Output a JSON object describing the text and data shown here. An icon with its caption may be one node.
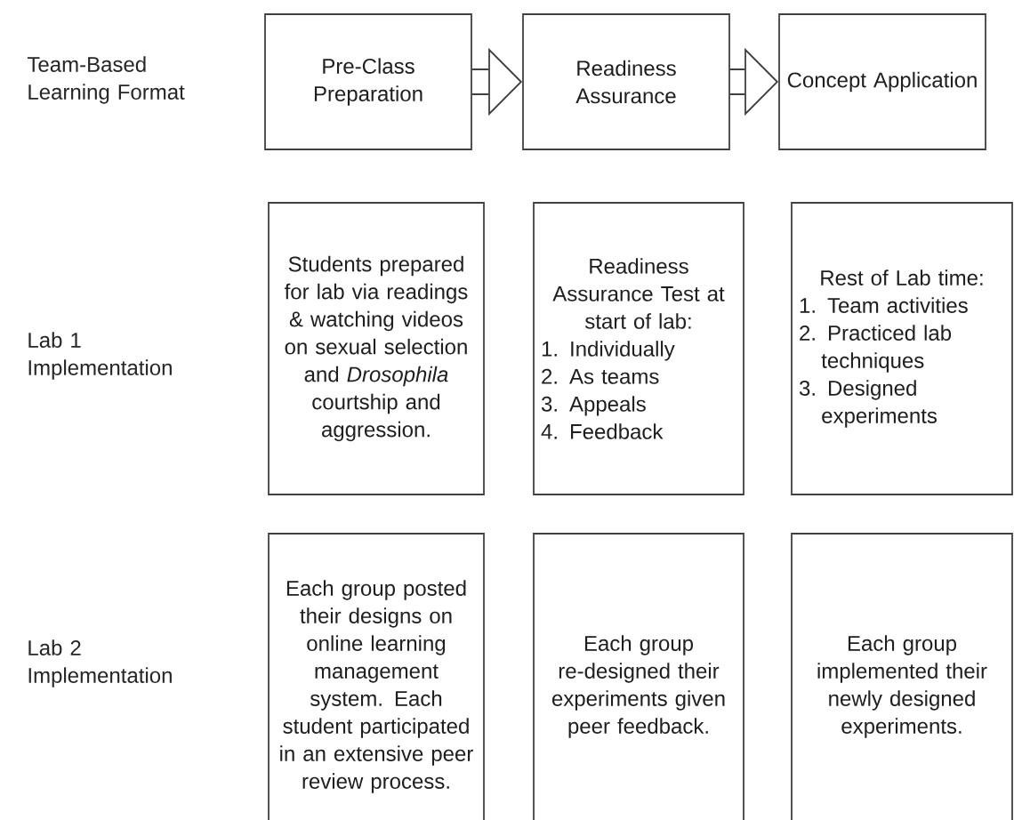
{
  "diagram": {
    "nodes": [
      {
        "text": [
          "Pre-Class Preparation"
        ]
      },
      {
        "text": [
          "Readiness Assurance"
        ]
      },
      {
        "text": [
          "Concept Application"
        ]
      },
      {
        "text": [
          "Students prepared for lab via readings & watching videos on sexual selection and *Drosophila* courtship and aggression."
        ]
      },
      {
        "text": [
          "Readiness Assurance Test at start of lab:",
          "1. Individually",
          "2. As teams",
          "3. Appeals",
          "4. Feedback"
        ]
      },
      {
        "text": [
          "Rest of Lab time:",
          "1. Team activities",
          "2. Practiced lab techniques",
          "3. Designed experiments"
        ]
      },
      {
        "text": [
          "Each group posted their designs on online learning management system.  Each student participated in an extensive peer review process."
        ]
      },
      {
        "text": [
          "Each group re-designed their experiments given peer feedback."
        ]
      },
      {
        "text": [
          "Each group implemented their newly designed experiments."
        ]
      }
    ],
    "edges": [
      {
        "from": 0,
        "to": 1,
        "arrow": "to"
      },
      {
        "from": 1,
        "to": 2,
        "arrow": "to"
      }
    ],
    "labels": [
      "Team-Based Learning Format",
      "Lab 1 Implementation",
      "Lab 2 Implementation"
    ]
  }
}
